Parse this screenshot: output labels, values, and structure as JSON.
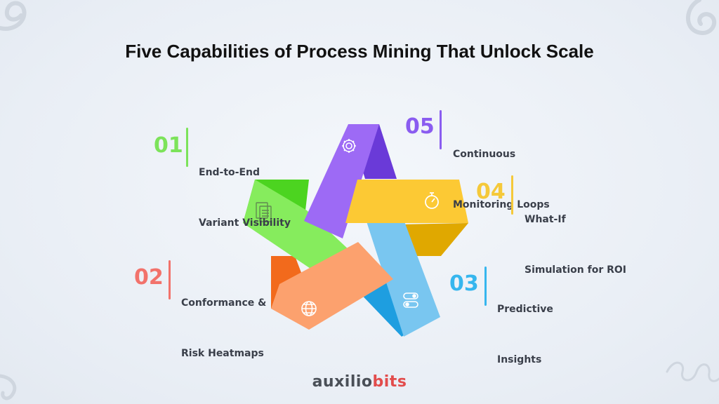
{
  "title": "Five Capabilities of Process Mining That Unlock Scale",
  "capabilities": [
    {
      "number": "01",
      "line1": "End-to-End",
      "line2": "Variant Visibility",
      "color": "#7ce35a",
      "icon": "document-icon"
    },
    {
      "number": "02",
      "line1": "Conformance &",
      "line2": "Risk Heatmaps",
      "color": "#f2726b",
      "icon": "globe-icon"
    },
    {
      "number": "03",
      "line1": "Predictive",
      "line2": "Insights",
      "color": "#36b6ee",
      "icon": "toggle-switch-icon"
    },
    {
      "number": "04",
      "line1": "What-If",
      "line2": "Simulation for ROI",
      "color": "#f5c93a",
      "icon": "stopwatch-icon"
    },
    {
      "number": "05",
      "line1": "Continuous",
      "line2": "Monitoring Loops",
      "color": "#8a5cf0",
      "icon": "gear-icon"
    }
  ],
  "brand": {
    "part1": "auxilio",
    "part2": "bits"
  }
}
